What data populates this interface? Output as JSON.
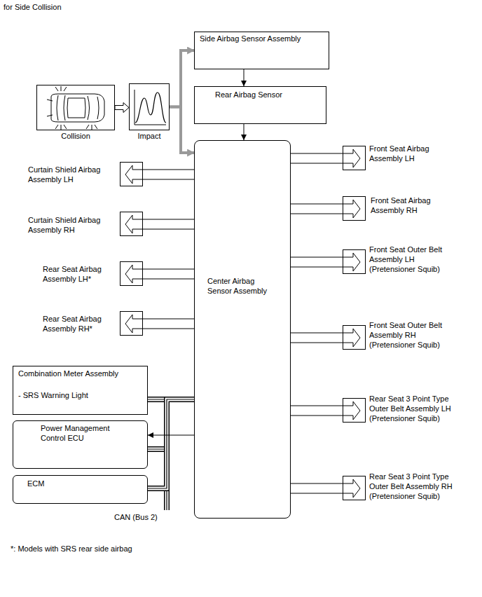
{
  "diagram": {
    "title": "for Side Collision",
    "nodes": [
      {
        "text": [
          "Collision"
        ]
      },
      {
        "text": [
          "Impact"
        ]
      },
      {
        "text": [
          "Side Airbag Sensor Assembly"
        ]
      },
      {
        "text": [
          "Rear Airbag Sensor"
        ]
      },
      {
        "text": [
          "Center Airbag Sensor Assembly"
        ]
      },
      {
        "text": [
          "Curtain Shield Airbag Assembly LH"
        ]
      },
      {
        "text": [
          "Front Seat Airbag Assembly LH"
        ]
      },
      {
        "text": [
          "Front Seat Airbag Assembly RH"
        ]
      },
      {
        "text": [
          "Curtain Shield Airbag Assembly RH"
        ]
      },
      {
        "text": [
          "Rear Seat Airbag Assembly LH*"
        ]
      },
      {
        "text": [
          "Front Seat Outer Belt Assembly LH (Pretensioner Squib)"
        ]
      },
      {
        "text": [
          "Rear Seat Airbag Assembly RH*"
        ]
      },
      {
        "text": [
          "Front Seat Outer Belt Assembly RH (Pretensioner Squib)"
        ]
      },
      {
        "text": [
          "Combination Meter Assembly",
          "- SRS Warning Light"
        ]
      },
      {
        "text": [
          "Rear Seat 3 Point Type Outer Belt Assembly LH (Pretensioner Squib)"
        ]
      },
      {
        "text": [
          "Power Management Control ECU"
        ]
      },
      {
        "text": [
          "Rear Seat 3 Point Type Outer Belt Assembly RH (Pretensioner Squib)"
        ]
      },
      {
        "text": [
          "ECM"
        ]
      }
    ],
    "edges": [
      {
        "from": 0,
        "to": 1,
        "arrow": "to"
      },
      {
        "from": 1,
        "to": 2,
        "arrow": "to"
      },
      {
        "from": 1,
        "to": 4,
        "arrow": "to"
      },
      {
        "from": 2,
        "to": 3,
        "arrow": "to"
      },
      {
        "from": 3,
        "to": 4,
        "arrow": "to"
      },
      {
        "from": 4,
        "to": 6,
        "arrow": "to"
      },
      {
        "from": 4,
        "to": 5,
        "arrow": "to"
      },
      {
        "from": 4,
        "to": 7,
        "arrow": "to"
      },
      {
        "from": 4,
        "to": 8,
        "arrow": "to"
      },
      {
        "from": 4,
        "to": 9,
        "arrow": "to"
      },
      {
        "from": 4,
        "to": 10,
        "arrow": "to"
      },
      {
        "from": 4,
        "to": 11,
        "arrow": "to"
      },
      {
        "from": 4,
        "to": 12,
        "arrow": "to"
      },
      {
        "from": 4,
        "to": 14,
        "arrow": "to"
      },
      {
        "from": 4,
        "to": 16,
        "arrow": "to"
      },
      {
        "from": 4,
        "to": 13,
        "arrow": "none"
      },
      {
        "from": 4,
        "to": 15,
        "arrow": "none"
      },
      {
        "from": 4,
        "to": 17,
        "arrow": "none"
      },
      {
        "from": 4,
        "to": 15,
        "arrow": "to"
      }
    ],
    "labels": [
      "CAN (Bus 2)",
      "*: Models with SRS rear side airbag"
    ]
  }
}
